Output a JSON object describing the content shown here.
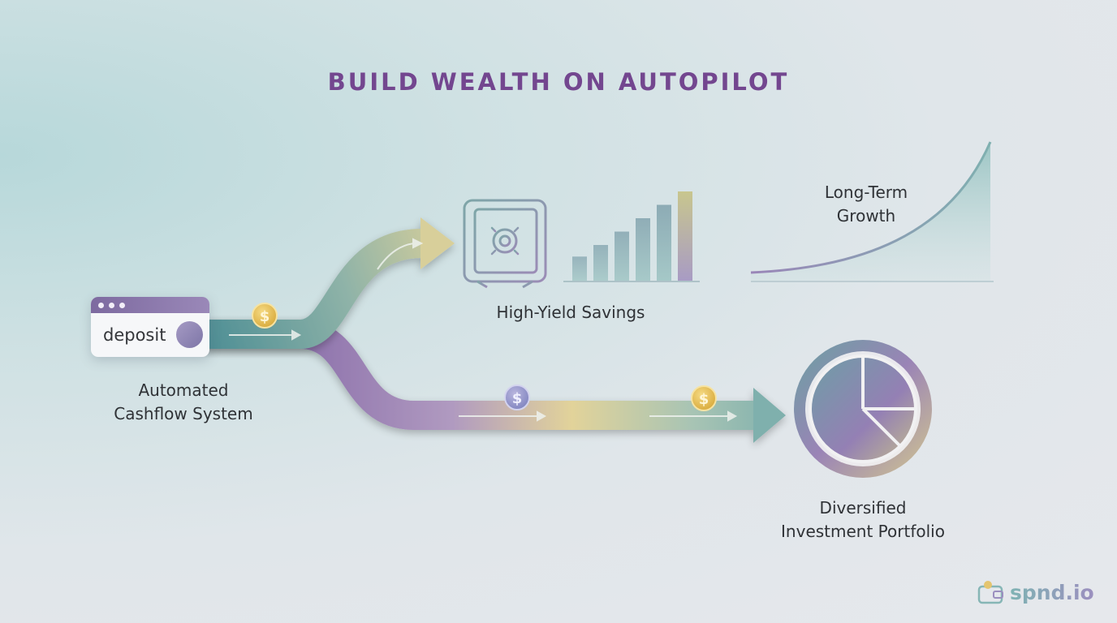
{
  "title": "BUILD WEALTH ON AUTOPILOT",
  "deposit_card": {
    "text": "deposit"
  },
  "nodes": {
    "cashflow": {
      "line1": "Automated",
      "line2": "Cashflow System"
    },
    "savings": {
      "label": "High-Yield Savings"
    },
    "growth": {
      "line1": "Long-Term",
      "line2": "Growth"
    },
    "portfolio": {
      "line1": "Diversified",
      "line2": "Investment Portfolio"
    }
  },
  "coin_symbol": "$",
  "savings_bars": [
    0.27,
    0.4,
    0.55,
    0.7,
    0.85,
    1.0
  ],
  "brand": {
    "text": "spnd.io"
  },
  "colors": {
    "title": "#73468f",
    "teal": "#5f9aa0",
    "purple": "#9a7fb5",
    "gold": "#e6c36a"
  }
}
